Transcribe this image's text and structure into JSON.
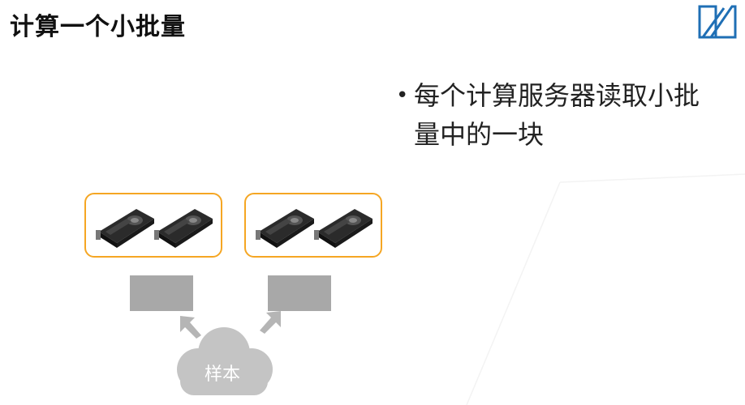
{
  "slide": {
    "title": "计算一个小批量",
    "bullet": "每个计算服务器读取小批量中的一块",
    "cloud_label": "样本"
  },
  "colors": {
    "server_border": "#f5a623",
    "batch_fill": "#a8a8a8",
    "cloud_fill": "#c4c4c4",
    "logo_blue": "#1f6fb5"
  },
  "icons": [
    "logo-icon",
    "gpu-card-icon",
    "arrow-up-icon",
    "cloud-icon"
  ]
}
